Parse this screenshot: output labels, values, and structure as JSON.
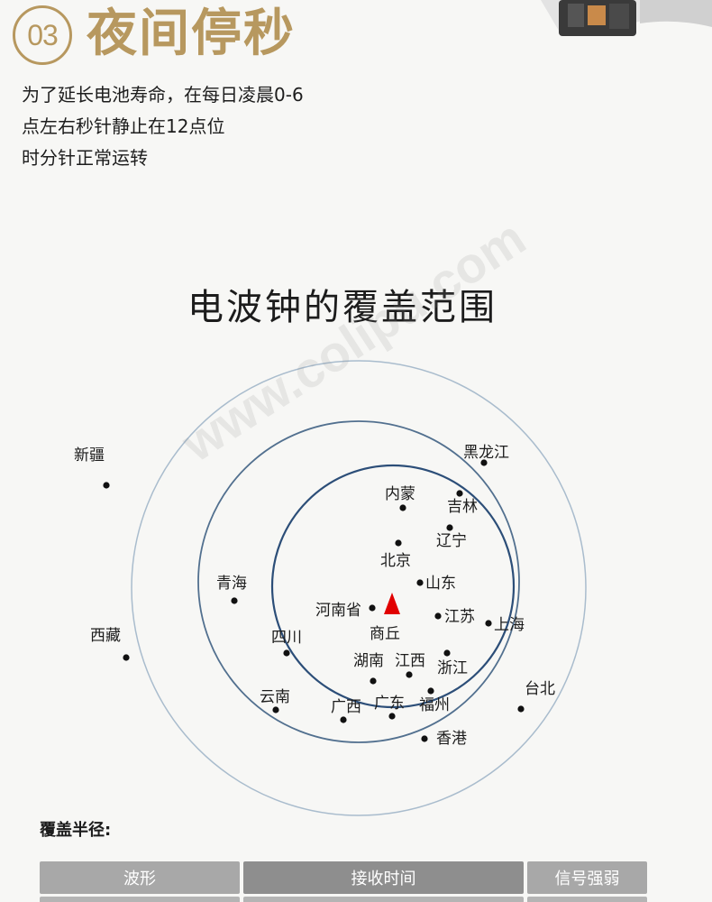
{
  "header": {
    "number": "03",
    "title": "夜间停秒"
  },
  "description": [
    "为了延长电池寿命，在每日凌晨0-6",
    "点左右秒针静止在12点位",
    "时分针正常运转"
  ],
  "map": {
    "title": "电波钟的覆盖范围",
    "center_label": "商丘",
    "cities": [
      "新疆",
      "黑龙江",
      "内蒙",
      "吉林",
      "辽宁",
      "北京",
      "山东",
      "青海",
      "河南省",
      "江苏",
      "上海",
      "西藏",
      "四川",
      "湖南",
      "江西",
      "浙江",
      "云南",
      "广西",
      "广东",
      "福州",
      "台北",
      "香港"
    ]
  },
  "watermark": "www.colipu.com",
  "coverage": {
    "label": "覆盖半径:",
    "columns": [
      "波形",
      "接收时间",
      "信号强弱"
    ]
  },
  "colors": {
    "gold": "#b7985f",
    "ring_inner": "#2f4f7a",
    "ring_middle": "#4d6a8d",
    "ring_outer": "#9fb2c6",
    "transmitter": "#e10000"
  }
}
